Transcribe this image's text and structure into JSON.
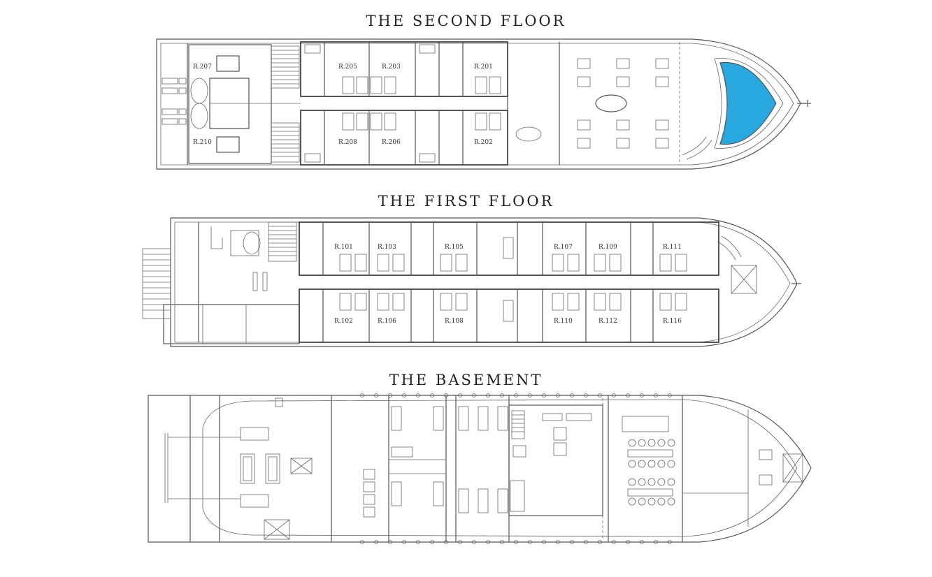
{
  "floors": {
    "second": {
      "title": "THE SECOND FLOOR",
      "rooms": [
        "R.207",
        "R.210",
        "R.205",
        "R.203",
        "R.201",
        "R.208",
        "R.206",
        "R.202"
      ]
    },
    "first": {
      "title": "THE FIRST FLOOR",
      "rooms": [
        "R.101",
        "R.103",
        "R.105",
        "R.107",
        "R.109",
        "R.111",
        "R.102",
        "R.106",
        "R.108",
        "R.110",
        "R.112",
        "R.116"
      ]
    },
    "basement": {
      "title": "THE BASEMENT"
    }
  },
  "colors": {
    "pool": "#29A8E0",
    "lines": "#555555"
  }
}
